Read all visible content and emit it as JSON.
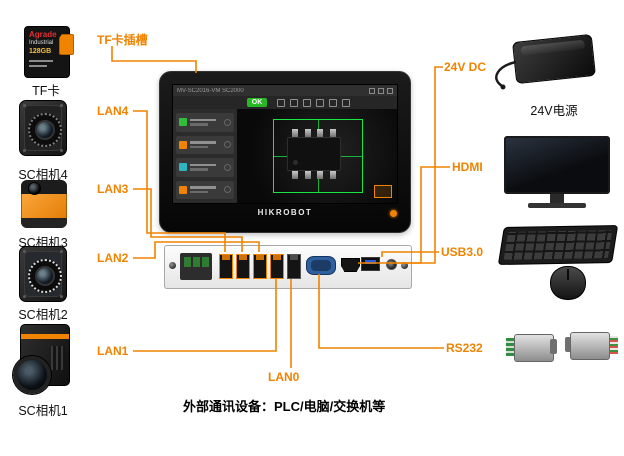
{
  "colors": {
    "accent": "#f08300",
    "ok_green": "#27b824"
  },
  "device": {
    "brand": "HIKROBOT",
    "screen_title": "MV-SC2016-VM SC2000",
    "status_ok": "OK"
  },
  "port_labels": {
    "tf_slot": "TF卡插槽",
    "lan4": "LAN4",
    "lan3": "LAN3",
    "lan2": "LAN2",
    "lan1": "LAN1",
    "lan0": "LAN0",
    "dc": "24V DC",
    "hdmi": "HDMI",
    "usb": "USB3.0",
    "rs232": "RS232"
  },
  "peripherals": {
    "tf_card": {
      "label": "TF卡",
      "brand": "Agrade",
      "series": "Industrial",
      "capacity": "128GB"
    },
    "camera4": {
      "label": "SC相机4"
    },
    "camera3": {
      "label": "SC相机3"
    },
    "camera2": {
      "label": "SC相机2"
    },
    "camera1": {
      "label": "SC相机1"
    },
    "power_supply": {
      "label": "24V电源"
    }
  },
  "footer": {
    "note": "外部通讯设备：PLC/电脑/交换机等"
  }
}
